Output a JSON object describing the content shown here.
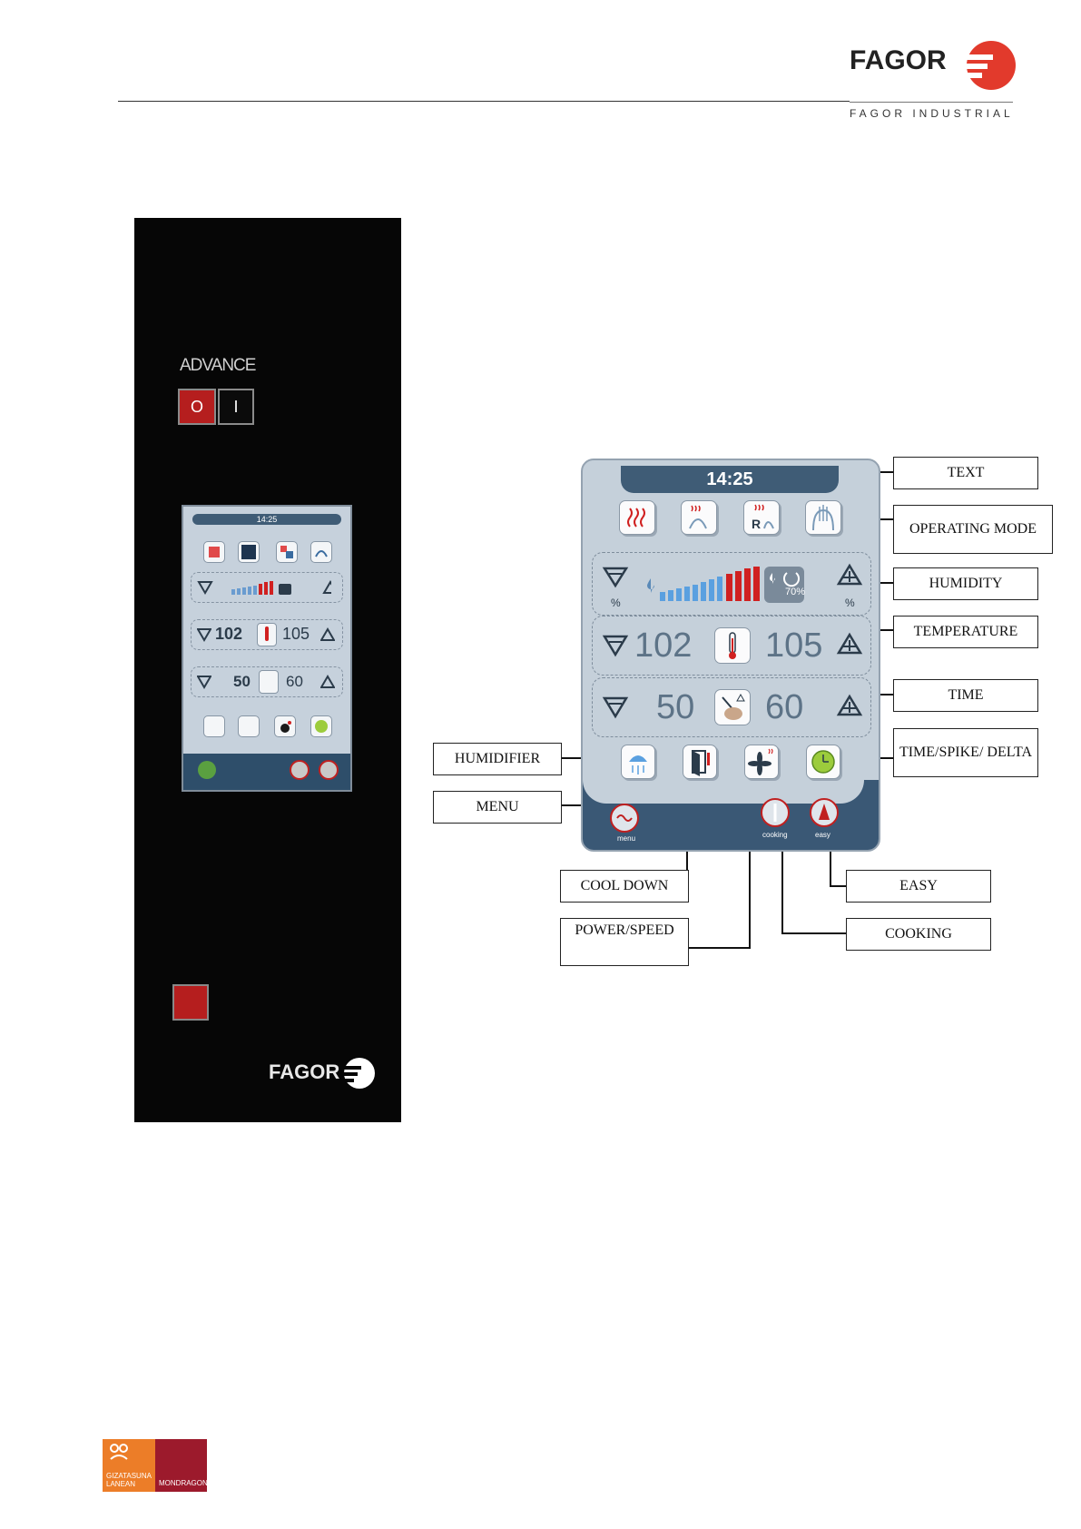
{
  "header": {
    "brand": "FAGOR",
    "division": "FAGOR INDUSTRIAL"
  },
  "panel": {
    "model": "ADVANCE",
    "power_off": "O",
    "power_on": "I",
    "mini_time": "14:25",
    "mini_temp_low": "102",
    "mini_temp_high": "105",
    "mini_time_low": "50",
    "mini_time_high": "60",
    "logo": "FAGOR"
  },
  "screen": {
    "time": "14:25",
    "humidity_percent": "70%",
    "humidity_unit": "%",
    "humidity_level": 0.75,
    "temp_low": "102",
    "temp_high": "105",
    "time_low": "50",
    "time_high": "60",
    "menu_label": "menu",
    "cooking_label": "cooking",
    "easy_label": "easy",
    "accent_red": "#c0201e",
    "screen_blue": "#3a5875"
  },
  "callouts": {
    "text": "TEXT",
    "operating_mode": "OPERATING MODE",
    "humidity": "HUMIDITY",
    "temperature": "TEMPERATURE",
    "time": "TIME",
    "time_spike_delta": "TIME/SPIKE/ DELTA",
    "humidifier": "HUMIDIFIER",
    "menu": "MENU",
    "cool_down": "COOL DOWN",
    "power_speed": "POWER/SPEED",
    "easy": "EASY",
    "cooking": "COOKING"
  },
  "footer": {
    "left_text": "GIZATASUNA LANEAN",
    "right_text": "MONDRAGON"
  }
}
